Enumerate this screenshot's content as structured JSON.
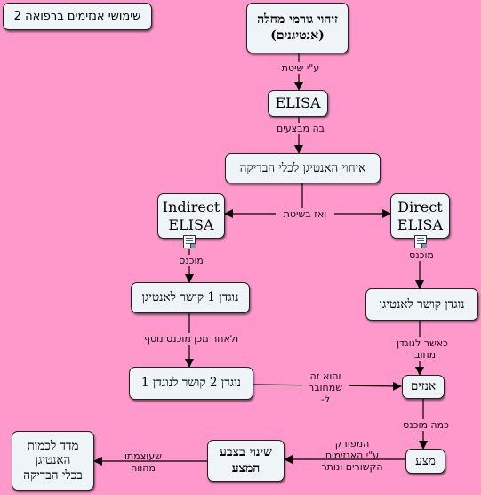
{
  "title": "שימושי אנזימים ברפואה 2",
  "nodes": {
    "disease_id": "זיהוי גורמי מחלה\n(אנטיגנים)",
    "elisa": "ELISA",
    "antigen_binding": "איחוי האנטיגן לכלי הבדיקה",
    "indirect_elisa": "Indirect\nELISA",
    "direct_elisa": "Direct\nELISA",
    "antibody1": "נוגדן 1 קושר לאנטיגן",
    "antibody_antigen": "נוגדן קושר לאנטיגן",
    "antibody2": "נוגדן 2 קושר לנוגדן 1",
    "enzyme": "אנזים",
    "substrate": "מצע",
    "color_change": "שינוי בצבע\nהמצע",
    "measure": "מדד לכמות\nהאנטיגן\nבכלי הבדיקה"
  },
  "links": {
    "via_method": "ע\"י שיטת",
    "steps": "בה מבצעים",
    "two_methods": "ואז בשיטת",
    "washed_left": "מוכנס",
    "washed_right": "מוכנס",
    "then_after_washing": "ולאחר מכן מוכנס נוסף",
    "when_connected": "כאשר לנוגדן מחובר",
    "which_connected": "והוא זה\nשמחובר ל-",
    "inserted_amount": "כמה מוכנס",
    "broken_by_enzyme": "המפורק\nע\"י האנזימים\nהקשורים ונותר",
    "its_intensity": "שעוצמתו\nמהווה"
  }
}
